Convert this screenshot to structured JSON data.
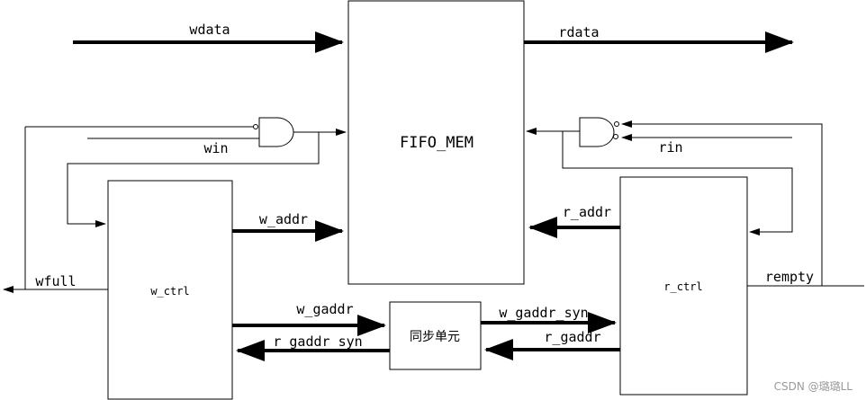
{
  "blocks": {
    "fifo_mem": "FIFO_MEM",
    "w_ctrl": "w_ctrl",
    "r_ctrl": "r_ctrl",
    "sync": "同步单元"
  },
  "signals": {
    "wdata": "wdata",
    "rdata": "rdata",
    "win": "win",
    "rin": "rin",
    "w_addr": "w_addr",
    "r_addr": "r_addr",
    "wfull": "wfull",
    "rempty": "rempty",
    "w_gaddr": "w_gaddr",
    "r_gaddr_syn": "r_gaddr_syn",
    "w_gaddr_syn": "w_gaddr_syn",
    "r_gaddr": "r_gaddr"
  },
  "watermark": "CSDN @璐璐LL"
}
